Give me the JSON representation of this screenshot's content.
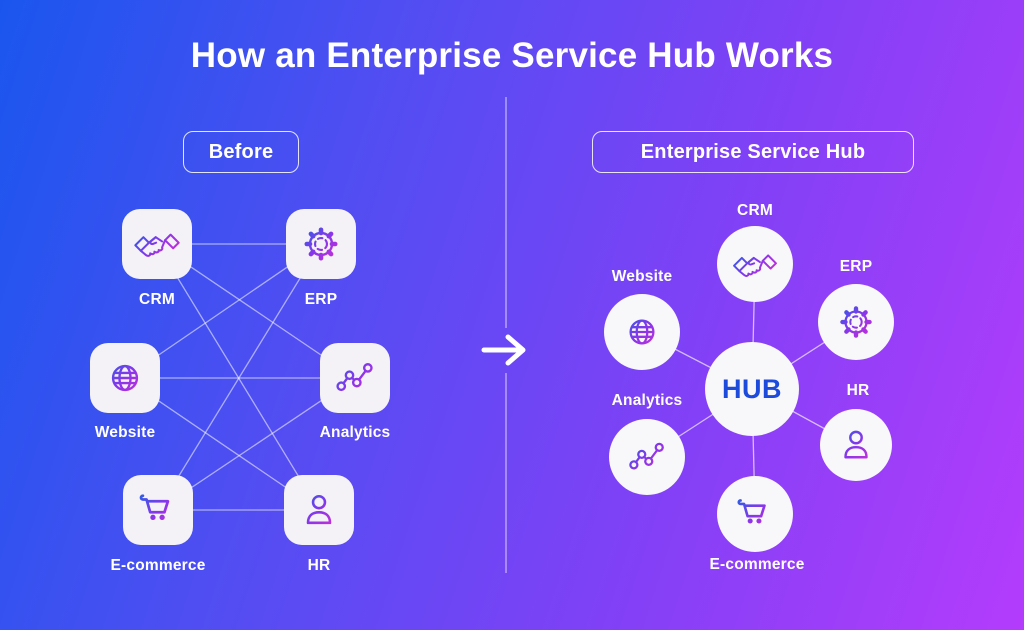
{
  "title": "How an Enterprise Service Hub Works",
  "arrow": "right-arrow",
  "colors": {
    "bg_gradient_start": "#1a56ee",
    "bg_gradient_end": "#b43cfc",
    "icon_gradient_start": "#2f5ce6",
    "icon_gradient_mid": "#8b35ea",
    "icon_gradient_end": "#d02fd0",
    "hub_text": "#1d4bdb",
    "card_bg": "#f4f2f7",
    "connector": "rgba(255,255,255,0.6)",
    "text": "#ffffff"
  },
  "before": {
    "badge": "Before",
    "nodes": [
      {
        "id": "crm",
        "label": "CRM",
        "icon": "handshake-icon"
      },
      {
        "id": "erp",
        "label": "ERP",
        "icon": "gear-icon"
      },
      {
        "id": "website",
        "label": "Website",
        "icon": "globe-icon"
      },
      {
        "id": "analytics",
        "label": "Analytics",
        "icon": "chart-nodes-icon"
      },
      {
        "id": "ecommerce",
        "label": "E-commerce",
        "icon": "cart-icon"
      },
      {
        "id": "hr",
        "label": "HR",
        "icon": "person-icon"
      }
    ],
    "connections": [
      [
        "crm",
        "erp"
      ],
      [
        "crm",
        "analytics"
      ],
      [
        "crm",
        "hr"
      ],
      [
        "website",
        "erp"
      ],
      [
        "website",
        "analytics"
      ],
      [
        "website",
        "hr"
      ],
      [
        "ecommerce",
        "erp"
      ],
      [
        "ecommerce",
        "analytics"
      ],
      [
        "ecommerce",
        "hr"
      ]
    ]
  },
  "after": {
    "badge": "Enterprise Service Hub",
    "hub_label": "HUB",
    "nodes": [
      {
        "id": "crm",
        "label": "CRM",
        "icon": "handshake-icon"
      },
      {
        "id": "erp",
        "label": "ERP",
        "icon": "gear-icon"
      },
      {
        "id": "website",
        "label": "Website",
        "icon": "globe-icon"
      },
      {
        "id": "analytics",
        "label": "Analytics",
        "icon": "chart-nodes-icon"
      },
      {
        "id": "ecommerce",
        "label": "E-commerce",
        "icon": "cart-icon"
      },
      {
        "id": "hr",
        "label": "HR",
        "icon": "person-icon"
      }
    ],
    "spokes": [
      [
        "hub",
        "crm"
      ],
      [
        "hub",
        "erp"
      ],
      [
        "hub",
        "website"
      ],
      [
        "hub",
        "analytics"
      ],
      [
        "hub",
        "ecommerce"
      ],
      [
        "hub",
        "hr"
      ]
    ]
  }
}
